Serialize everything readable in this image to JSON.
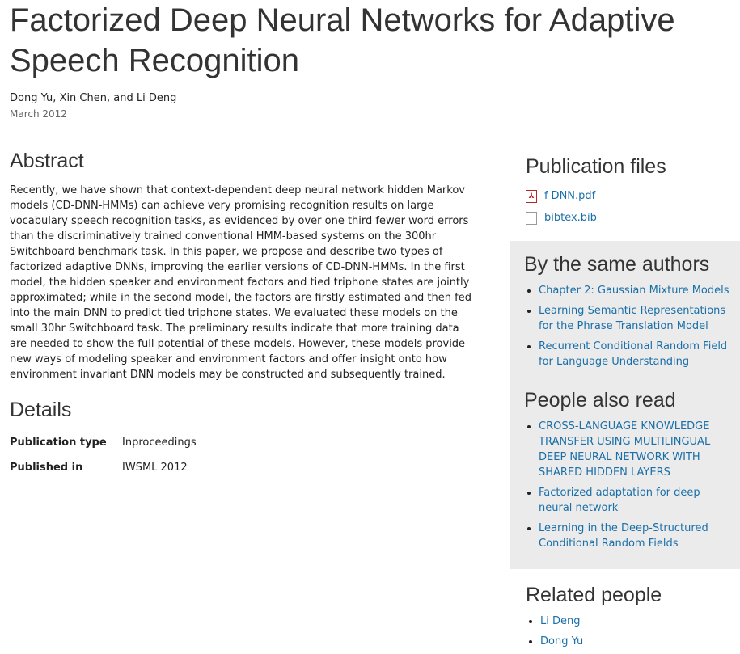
{
  "title": "Factorized Deep Neural Networks for Adaptive Speech Recognition",
  "authors": "Dong Yu, Xin Chen, and Li Deng",
  "date": "March 2012",
  "abstract_heading": "Abstract",
  "abstract": "Recently, we have shown that context-dependent deep neural network hidden Markov models (CD-DNN-HMMs) can achieve very promising recognition results on large vocabulary speech recognition tasks, as evidenced by over one third fewer word errors than the discriminatively trained conventional HMM-based systems on the 300hr Switchboard benchmark task. In this paper, we propose and describe two types of factorized adaptive DNNs, improving the earlier versions of CD-DNN-HMMs. In the first model, the hidden speaker and environment factors and tied triphone states are jointly approximated; while in the second model, the factors are firstly estimated and then fed into the main DNN to predict tied triphone states. We evaluated these models on the small 30hr Switchboard task. The preliminary results indicate that more training data are needed to show the full potential of these models. However, these models provide new ways of modeling speaker and environment factors and offer insight onto how environment invariant DNN models may be constructed and subsequently trained.",
  "details_heading": "Details",
  "details": [
    {
      "label": "Publication type",
      "value": "Inproceedings"
    },
    {
      "label": "Published in",
      "value": "IWSML 2012"
    }
  ],
  "files_heading": "Publication files",
  "files": [
    {
      "name": "f-DNN.pdf",
      "icon": "pdf-icon"
    },
    {
      "name": "bibtex.bib",
      "icon": "file-icon"
    }
  ],
  "same_authors_heading": "By the same authors",
  "same_authors": [
    "Chapter 2: Gaussian Mixture Models",
    "Learning Semantic Representations for the Phrase Translation Model",
    "Recurrent Conditional Random Field for Language Understanding"
  ],
  "also_read_heading": "People also read",
  "also_read": [
    "CROSS-LANGUAGE KNOWLEDGE TRANSFER USING MULTILINGUAL DEEP NEURAL NETWORK WITH SHARED HIDDEN LAYERS",
    "Factorized adaptation for deep neural network",
    "Learning in the Deep-Structured Conditional Random Fields"
  ],
  "related_heading": "Related people",
  "related": [
    "Li Deng",
    "Dong Yu"
  ]
}
